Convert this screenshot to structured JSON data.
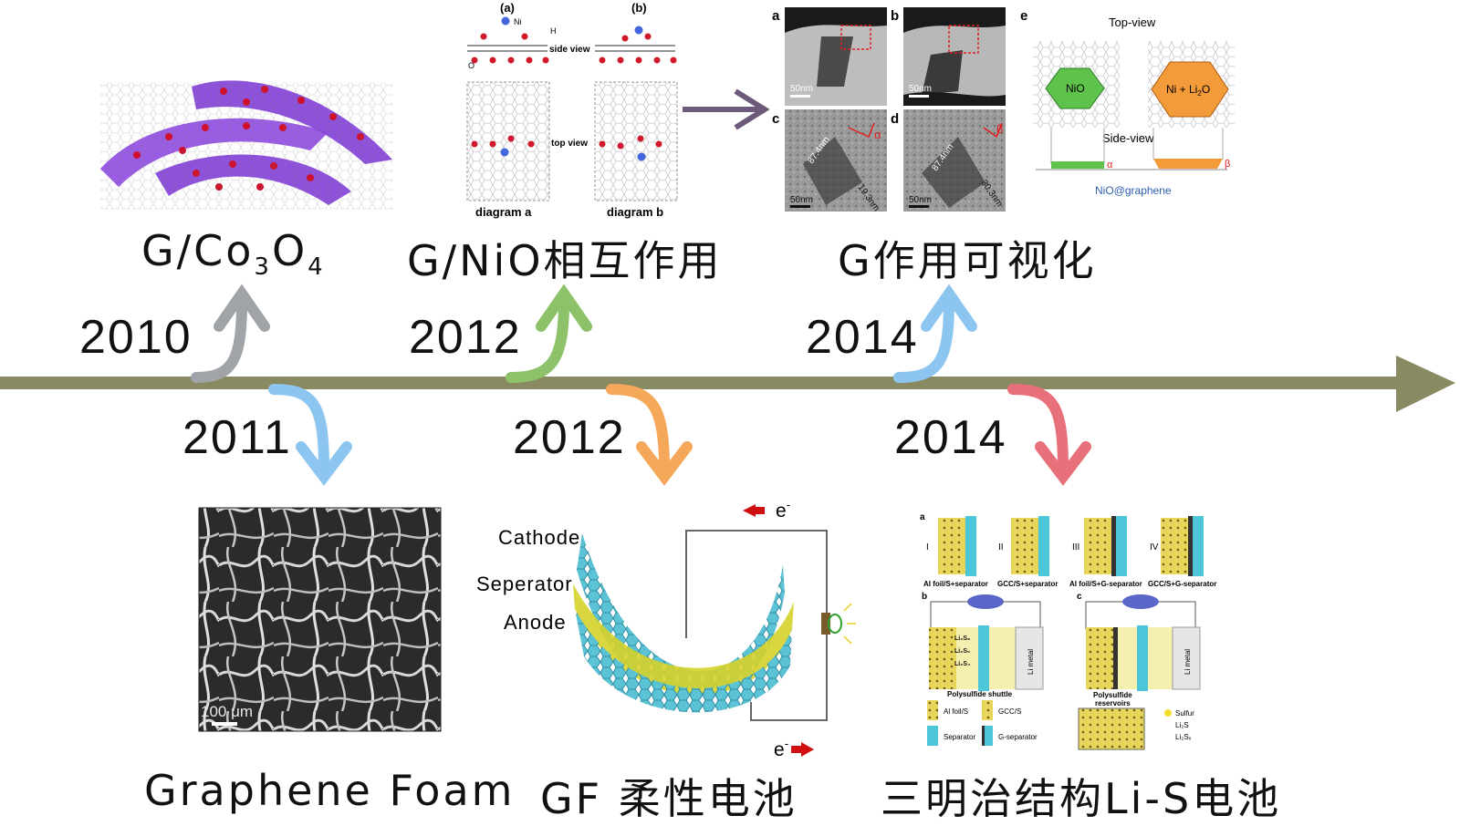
{
  "timeline": {
    "milestones_top": [
      {
        "year": "2010",
        "title_main": "G/Co",
        "title_sub1": "3",
        "title_mid": "O",
        "title_sub2": "4",
        "color": "#a0a4a8"
      },
      {
        "year": "2012",
        "title": "G/NiO相互作用",
        "color": "#8dc26a"
      },
      {
        "year": "2014",
        "title": "G作用可视化",
        "color": "#8cc6f0"
      }
    ],
    "milestones_bottom": [
      {
        "year": "2011",
        "title": "Graphene Foam",
        "color": "#8cc6f0"
      },
      {
        "year": "2012",
        "title": "GF 柔性电池",
        "color": "#f5a85a"
      },
      {
        "year": "2014",
        "title": "三明治结构Li-S电池",
        "color": "#e8707a"
      }
    ],
    "axis_color": "#8a8a62"
  },
  "panel_nio": {
    "label_a": "(a)",
    "label_b": "(b)",
    "ni": "Ni",
    "h": "H",
    "o": "O",
    "side_view": "side view",
    "top_view": "top view",
    "diagram_a": "diagram a",
    "diagram_b": "diagram b"
  },
  "panel_tem": {
    "a": "a",
    "b": "b",
    "c": "c",
    "d": "d",
    "e": "e",
    "scale_a": "50nm",
    "scale_b": "50nm",
    "scale_c": "50nm",
    "scale_d": "50nm",
    "meas_c1": "87.4nm",
    "meas_c2": "19.3nm",
    "meas_d1": "87.4nm",
    "meas_d2": "30.3nm",
    "alpha": "α",
    "beta": "β",
    "top_view": "Top-view",
    "side_view": "Side-view",
    "nio": "NiO",
    "ni_li2o_a": "Ni + Li",
    "ni_li2o_sub": "2",
    "ni_li2o_b": "O",
    "caption": "NiO@graphene"
  },
  "panel_foam": {
    "scale": "100 μm"
  },
  "panel_gf": {
    "cathode": "Cathode",
    "separator": "Seperator",
    "anode": "Anode",
    "e_top": "e",
    "e_bottom": "e",
    "sup": "-"
  },
  "panel_lis": {
    "a": "a",
    "b": "b",
    "c": "c",
    "r1": "I",
    "r2": "II",
    "r3": "III",
    "r4": "IV",
    "lab1": "Al foil/S+separator",
    "lab2": "GCC/S+separator",
    "lab3": "Al foil/S+G-separator",
    "lab4": "GCC/S+G-separator",
    "li_metal": "Li metal",
    "shuttle": "Polysulfide shuttle",
    "reservoirs_1": "Polysulfide",
    "reservoirs_2": "reservoirs",
    "leg1": "Al foil/S",
    "leg2": "GCC/S",
    "leg3": "Separator",
    "leg4": "G-separator",
    "leg_s": "Sulfur",
    "leg_li2s": "Li₂S",
    "leg_li2sx": "Li₂Sₓ",
    "species": [
      "Li₂S₈",
      "Li₂S₆",
      "Li₂S₄"
    ]
  }
}
